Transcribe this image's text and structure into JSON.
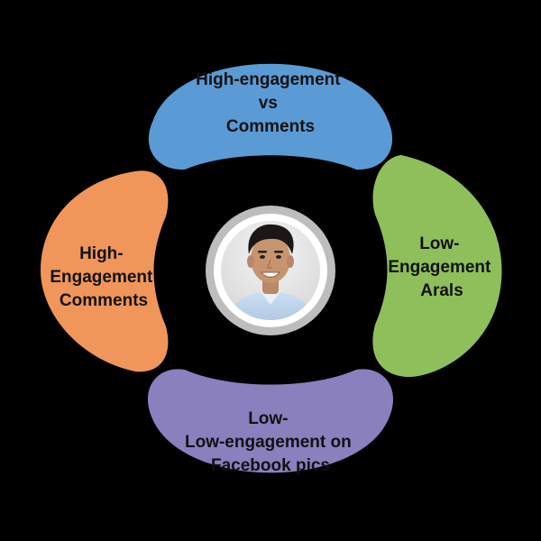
{
  "colors": {
    "background": "#000000",
    "top": "#5b9bd5",
    "right": "#8fbf5a",
    "bottom": "#8a80be",
    "left": "#f0965a",
    "ring_outer": "#bdbdbd",
    "ring_inner": "#ffffff"
  },
  "segments": {
    "top": {
      "lines": [
        "High-engagement",
        "vs",
        "Comments"
      ]
    },
    "right": {
      "lines": [
        "Low-",
        "Engagement",
        "Arals"
      ]
    },
    "bottom": {
      "lines": [
        "Low-",
        "Low-engagement on",
        "Facebook pics"
      ]
    },
    "left": {
      "lines": [
        "High-",
        "Engagement",
        "Comments"
      ]
    }
  },
  "center": {
    "icon": "person-avatar-icon"
  }
}
